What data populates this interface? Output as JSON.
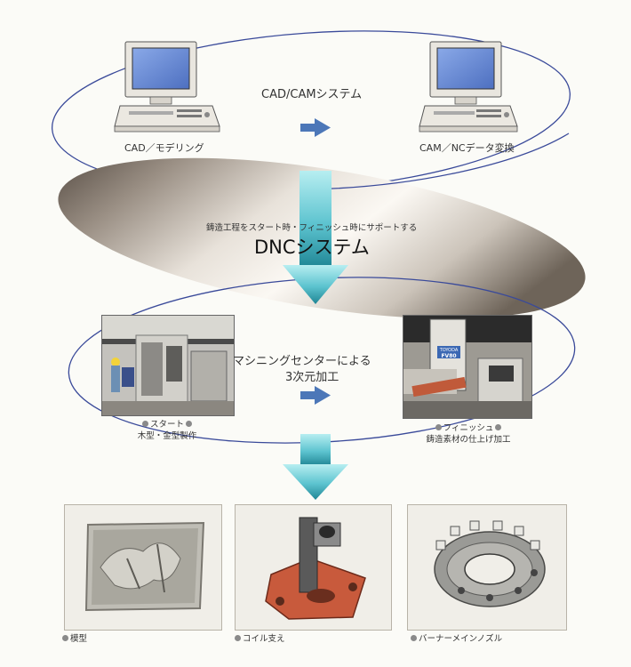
{
  "cadcam": {
    "title": "CAD/CAMシステム",
    "left_label": "CAD／モデリング",
    "right_label": "CAM／NCデータ変換"
  },
  "dnc": {
    "subtitle": "鋳造工程をスタート時・フィニッシュ時にサポートする",
    "title": "DNCシステム"
  },
  "machining": {
    "title_line1": "マシニングセンターによる",
    "title_line2": "3次元加工",
    "start": {
      "name": "スタート",
      "desc": "木型・金型製作"
    },
    "finish": {
      "name": "フィニッシュ",
      "desc": "鋳造素材の仕上げ加工"
    },
    "machine_brand": "TOYODA",
    "machine_model": "FV80"
  },
  "products": [
    {
      "label": "模型"
    },
    {
      "label": "コイル支え"
    },
    {
      "label": "バーナーメインノズル"
    }
  ],
  "colors": {
    "arrow_light": "#8fdde3",
    "arrow_dark": "#2a8f9c",
    "small_arrow": "#4c77b8",
    "ellipse_line": "#3a4a9a",
    "monitor_screen": "#6f8fd6"
  }
}
